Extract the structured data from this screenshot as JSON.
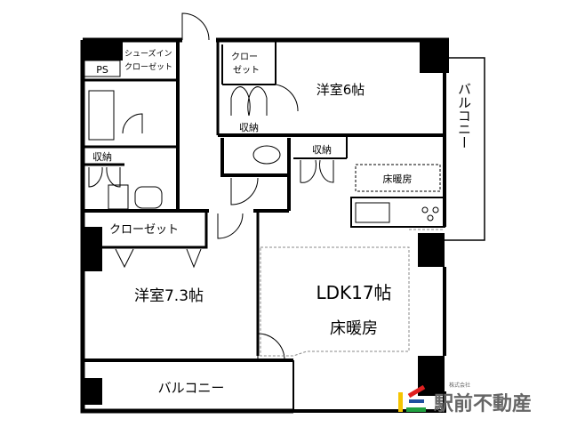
{
  "floor_plan": {
    "rooms": {
      "western_6": "洋室6帖",
      "western_7_3": "洋室7.3帖",
      "ldk": "LDK17帖",
      "ldk_floor_heating": "床暖房",
      "kitchen_floor_heating": "床暖房",
      "shoes_in_closet_line1": "シューズイン",
      "shoes_in_closet_line2": "クローゼット",
      "ps": "PS",
      "closet_top_line1": "クロー",
      "closet_top_line2": "ゼット",
      "storage_center": "収納",
      "storage_left": "収納",
      "storage_right": "収納",
      "closet_bedroom": "クローゼット",
      "balcony_right": "バルコニー",
      "balcony_bottom": "バルコニー"
    }
  },
  "logo": {
    "company_prefix": "株式会社",
    "company_name": "駅前不動産",
    "colors": {
      "yellow": "#f5c400",
      "red": "#e02020",
      "blue": "#2050a0",
      "green": "#20a040",
      "text": "#666666"
    }
  }
}
